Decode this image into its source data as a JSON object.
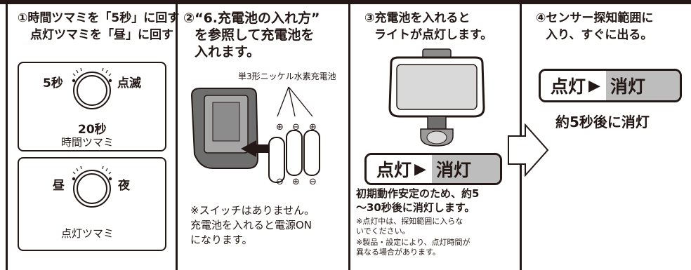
{
  "step1": {
    "title_line1": "①時間ツマミを「5秒」に回す",
    "title_line2": "点灯ツマミを「昼」に回す",
    "dial1": {
      "left_label": "5秒",
      "right_label": "点滅",
      "bottom_value": "20秒",
      "name": "時間ツマミ"
    },
    "dial2": {
      "left_label": "昼",
      "right_label": "夜",
      "name": "点灯ツマミ"
    }
  },
  "step2": {
    "title_line1": "②“6.充電池の入れ方”",
    "title_line2": "を参照して充電池を",
    "title_line3": "入れます。",
    "battery_label": "単3形ニッケル水素充電池",
    "plus": "⊕",
    "minus": "⊖",
    "note_line1": "※スイッチはありません。",
    "note_line2": "充電池を入れると電源ON",
    "note_line3": "になります。"
  },
  "step3": {
    "title_line1": "③充電池を入れると",
    "title_line2": "ライトが点灯します。",
    "badge_on": "点灯",
    "badge_arrow": "▶",
    "badge_off": "消灯",
    "desc_line1": "初期動作安定のため、約5",
    "desc_line2": "～30秒後に消灯します。",
    "small1_line1": "※点灯中は、探知範囲に入らな",
    "small1_line2": "いでください。",
    "small2_line1": "※製品・設定により、点灯時間が",
    "small2_line2": "異なる場合があります。"
  },
  "step4": {
    "title_line1": "④センサー探知範囲に",
    "title_line2": "入り、すぐに出る。",
    "badge_on": "点灯",
    "badge_arrow": "▶",
    "badge_off": "消灯",
    "result": "約5秒後に消灯"
  }
}
